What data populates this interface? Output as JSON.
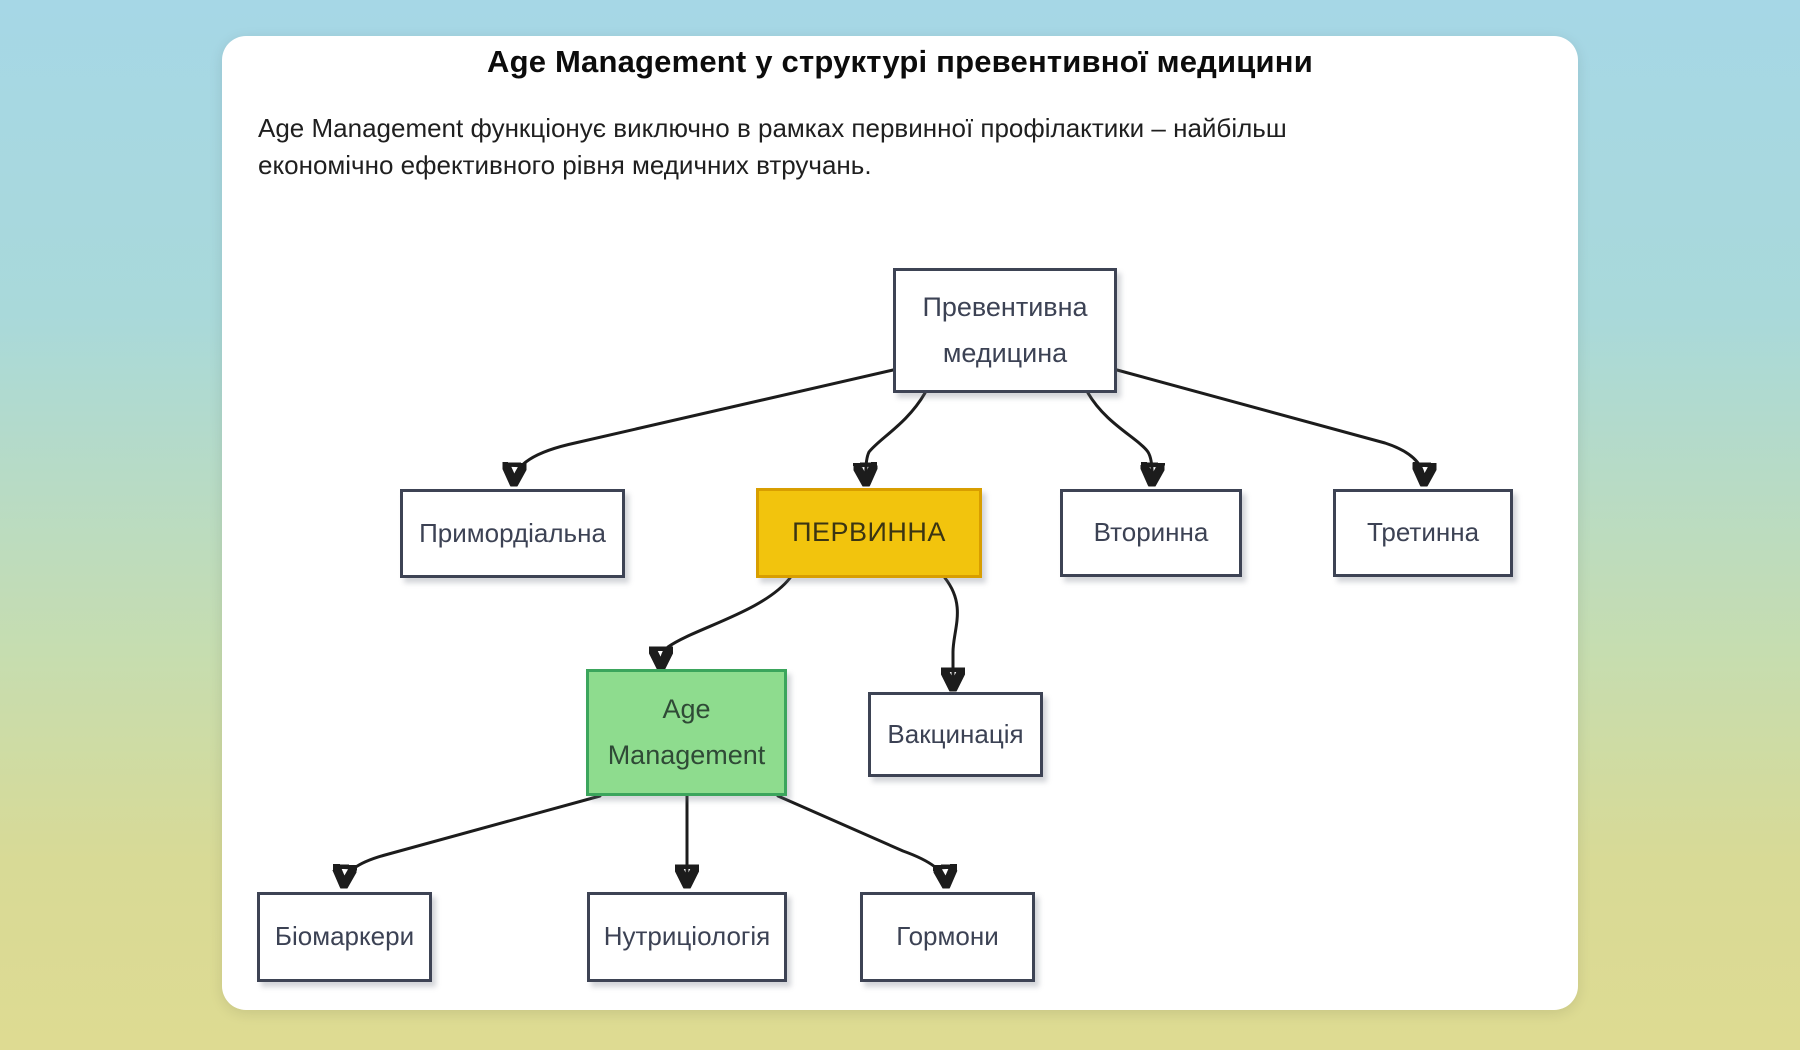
{
  "page": {
    "title": "Age Management у структурі превентивної медицини",
    "subtitle": "Age Management функціонує виключно в рамках первинної профілактики – найбільш економічно ефективного рівня медичних втручань."
  },
  "diagram": {
    "nodes": {
      "preventive_medicine": {
        "label": "Превентивна медицина",
        "style": "plain"
      },
      "primordial": {
        "label": "Примордіальна",
        "style": "plain"
      },
      "primary": {
        "label": "ПЕРВИННА",
        "style": "yellow-highlight"
      },
      "secondary": {
        "label": "Вторинна",
        "style": "plain"
      },
      "tertiary": {
        "label": "Третинна",
        "style": "plain"
      },
      "age_management": {
        "label": "Age Management",
        "style": "green-highlight"
      },
      "vaccination": {
        "label": "Вакцинація",
        "style": "plain"
      },
      "biomarkers": {
        "label": "Біомаркери",
        "style": "plain"
      },
      "nutrition": {
        "label": "Нутриціологія",
        "style": "plain"
      },
      "hormones": {
        "label": "Гормони",
        "style": "plain"
      }
    },
    "edges": [
      {
        "from": "preventive_medicine",
        "to": "primordial"
      },
      {
        "from": "preventive_medicine",
        "to": "primary"
      },
      {
        "from": "preventive_medicine",
        "to": "secondary"
      },
      {
        "from": "preventive_medicine",
        "to": "tertiary"
      },
      {
        "from": "primary",
        "to": "age_management"
      },
      {
        "from": "primary",
        "to": "vaccination"
      },
      {
        "from": "age_management",
        "to": "biomarkers"
      },
      {
        "from": "age_management",
        "to": "nutrition"
      },
      {
        "from": "age_management",
        "to": "hormones"
      }
    ],
    "colors": {
      "primary_fill": "#F2C40D",
      "primary_border": "#D89E00",
      "age_fill": "#8EDC8E",
      "age_border": "#3BA55C",
      "box_border": "#3D4354",
      "arrow": "#1C1C1C"
    }
  }
}
